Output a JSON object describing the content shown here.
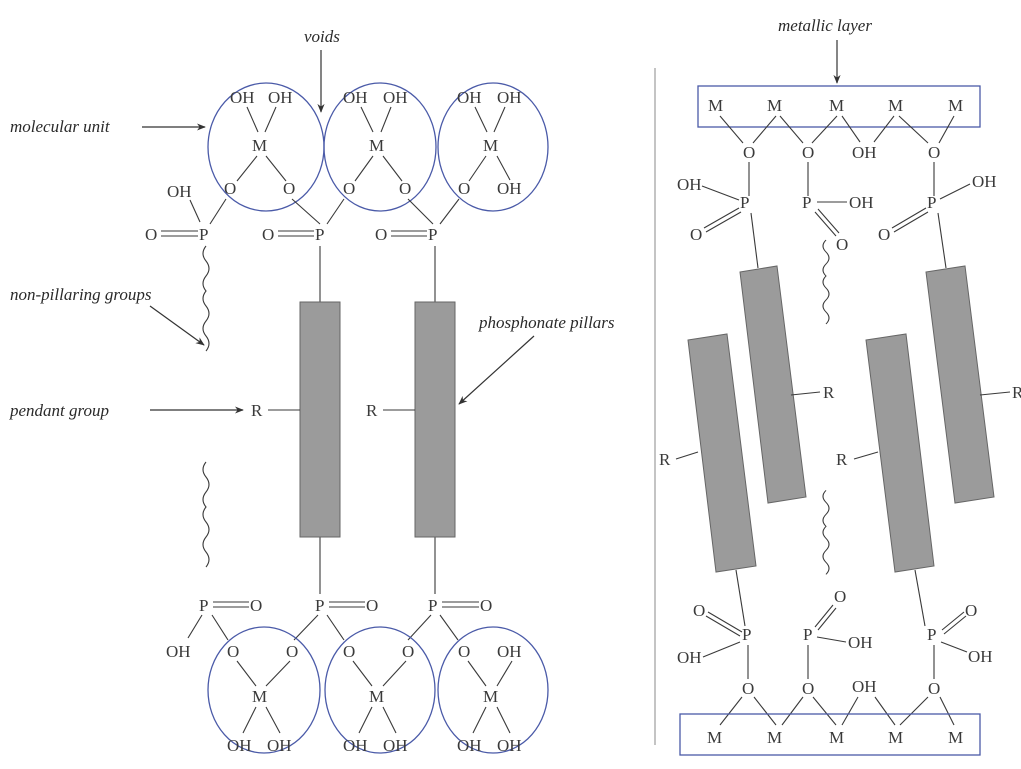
{
  "labels": {
    "voids": "voids",
    "molecular_unit": "molecular unit",
    "non_pillaring_groups": "non-pillaring  groups",
    "pendant_group": "pendant group",
    "phosphonate_pillars": "phosphonate pillars",
    "metallic_layer": "metallic layer"
  },
  "atoms": {
    "metal": "M",
    "hydroxyl": "OH",
    "oxygen": "O",
    "phosphorus": "P",
    "r_group": "R"
  },
  "colors": {
    "unit_outline": "#4a5aa8",
    "pillar_fill": "#9b9b9b"
  }
}
